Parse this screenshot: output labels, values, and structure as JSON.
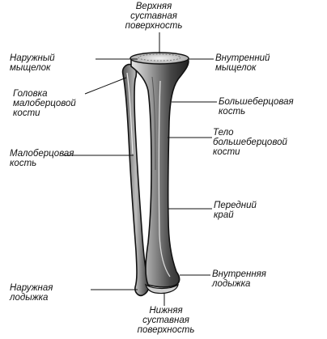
{
  "labels": {
    "upper_articular_surface": "Верхняя\nсуставная\nповерхность",
    "lateral_condyle": "Наружный\nмыщелок",
    "medial_condyle": "Внутренний\nмыщелок",
    "fibula_head": "Головка\nмалоберцовой\nкости",
    "tibia": "Большеберцовая\nкость",
    "tibia_body": "Тело\nбольшеберцовой\nкости",
    "fibula": "Малоберцовая\nкость",
    "anterior_edge": "Передний\nкрай",
    "medial_malleolus": "Внутренняя\nлодыжка",
    "lateral_malleolus": "Наружная\nлодыжка",
    "lower_articular_surface": "Нижняя\nсуставная\nповерхность"
  },
  "colors": {
    "ink": "#111111",
    "bone_light": "#cfcfcf",
    "bone_shadow": "#3a3a3a",
    "background": "#ffffff"
  }
}
